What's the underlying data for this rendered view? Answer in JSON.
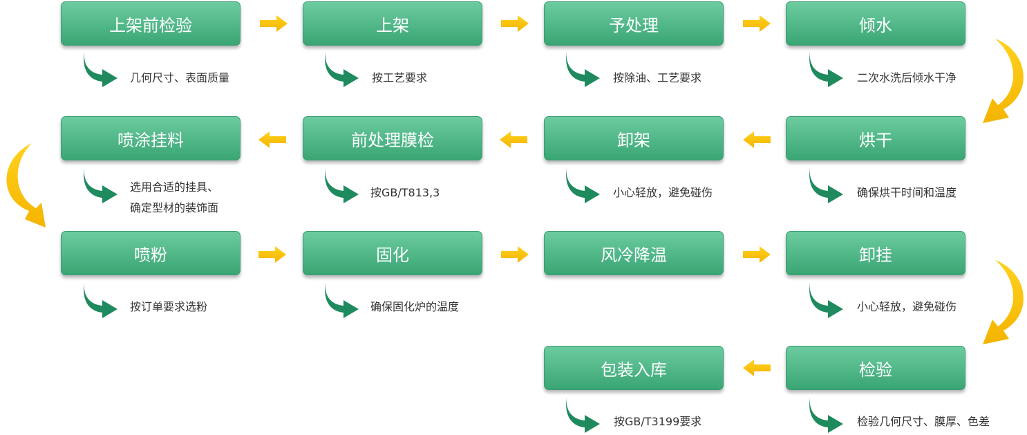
{
  "colors": {
    "step_fill_top": "#6ccca0",
    "step_fill_bottom": "#3aa574",
    "note_arrow": "#1f8a5d",
    "flow_arrow": "#f9c200"
  },
  "steps": [
    {
      "title": "上架前检验",
      "note": "几何尺寸、表面质量"
    },
    {
      "title": "上架",
      "note": "按工艺要求"
    },
    {
      "title": "予处理",
      "note": "按除油、工艺要求"
    },
    {
      "title": "倾水",
      "note": "二次水洗后倾水干净"
    },
    {
      "title": "烘干",
      "note": "确保烘干时间和温度"
    },
    {
      "title": "卸架",
      "note": "小心轻放，避免碰伤"
    },
    {
      "title": "前处理膜检",
      "note": "按GB/T813,3"
    },
    {
      "title": "喷涂挂料",
      "note": "选用合适的挂具、\n确定型材的装饰面"
    },
    {
      "title": "喷粉",
      "note": "按订单要求选粉"
    },
    {
      "title": "固化",
      "note": "确保固化炉的温度"
    },
    {
      "title": "风冷降温",
      "note": ""
    },
    {
      "title": "卸挂",
      "note": "小心轻放，避免碰伤"
    },
    {
      "title": "检验",
      "note": "检验几何尺寸、膜厚、色差"
    },
    {
      "title": "包装入库",
      "note": "按GB/T3199要求"
    }
  ]
}
